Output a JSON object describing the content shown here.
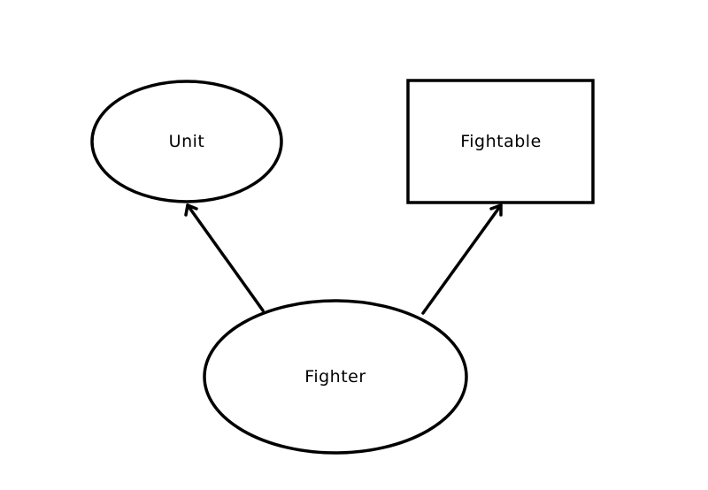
{
  "nodes": {
    "unit": {
      "label": "Unit",
      "shape": "ellipse"
    },
    "fightable": {
      "label": "Fightable",
      "shape": "rectangle"
    },
    "fighter": {
      "label": "Fighter",
      "shape": "ellipse"
    }
  },
  "edges": [
    {
      "from": "Fighter",
      "to": "Unit"
    },
    {
      "from": "Fighter",
      "to": "Fightable"
    }
  ],
  "colors": {
    "stroke": "#000000",
    "background": "#ffffff",
    "text": "#000000"
  }
}
